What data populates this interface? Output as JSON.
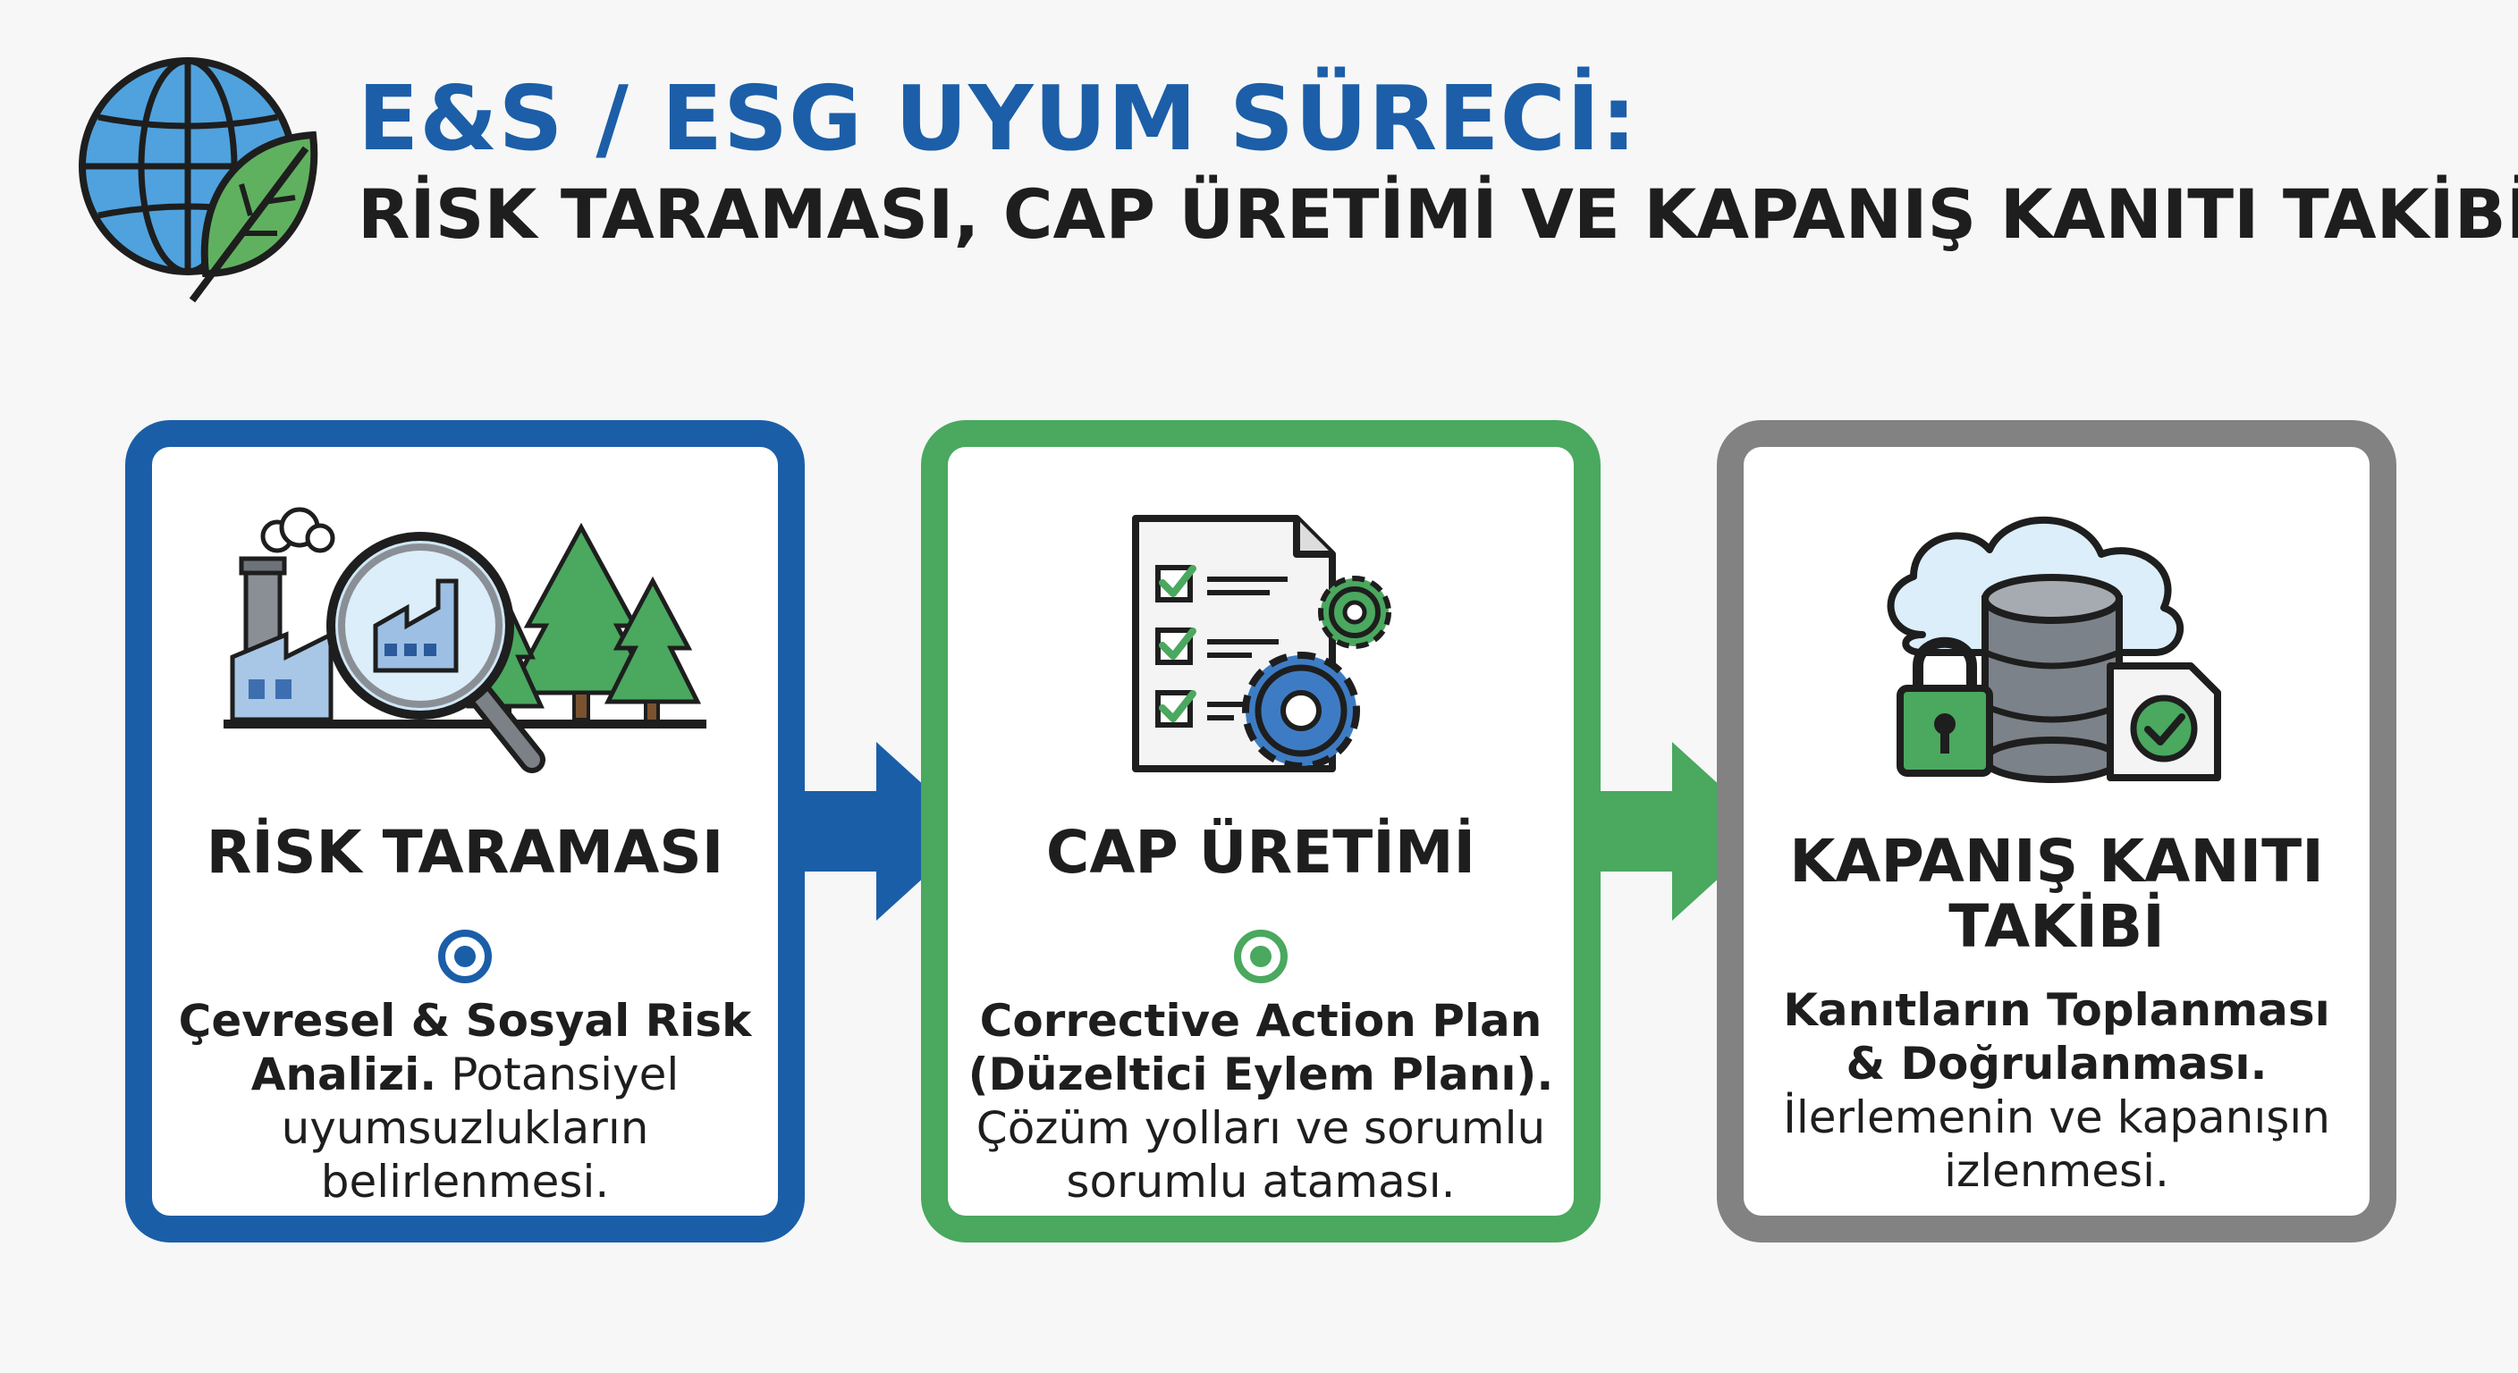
{
  "header": {
    "title_line1": "E&S / ESG UYUM SÜRECİ:",
    "title_line2": "RİSK TARAMASI, CAP ÜRETİMİ VE KAPANIŞ KANITI TAKİBİ",
    "logo_icon": "globe-leaf-icon"
  },
  "colors": {
    "blue": "#1b5ea8",
    "green": "#4aa85f",
    "gray": "#828282",
    "text": "#1e1e1e",
    "background": "#f6f7f6"
  },
  "steps": [
    {
      "icon": "factory-magnifier-forest-icon",
      "title": "RİSK TARAMASI",
      "desc_bold": "Çevresel & Sosyal Risk Analizi.",
      "desc_rest": "Potansiyel uyumsuzlukların belirlenmesi."
    },
    {
      "icon": "checklist-gears-icon",
      "title": "CAP ÜRETİMİ",
      "desc_bold": "Corrective Action Plan (Düzeltici Eylem Planı).",
      "desc_rest": "Çözüm yolları ve sorumlu sorumlu ataması."
    },
    {
      "icon": "cloud-database-lock-icon",
      "title": "KAPANIŞ KANITI TAKİBİ",
      "desc_bold": "Kanıtların Toplanması & Doğrulanması.",
      "desc_rest": "İlerlemenin ve kapanışın izlenmesi."
    }
  ],
  "connectors": [
    "arrow-right-icon",
    "arrow-right-icon"
  ]
}
